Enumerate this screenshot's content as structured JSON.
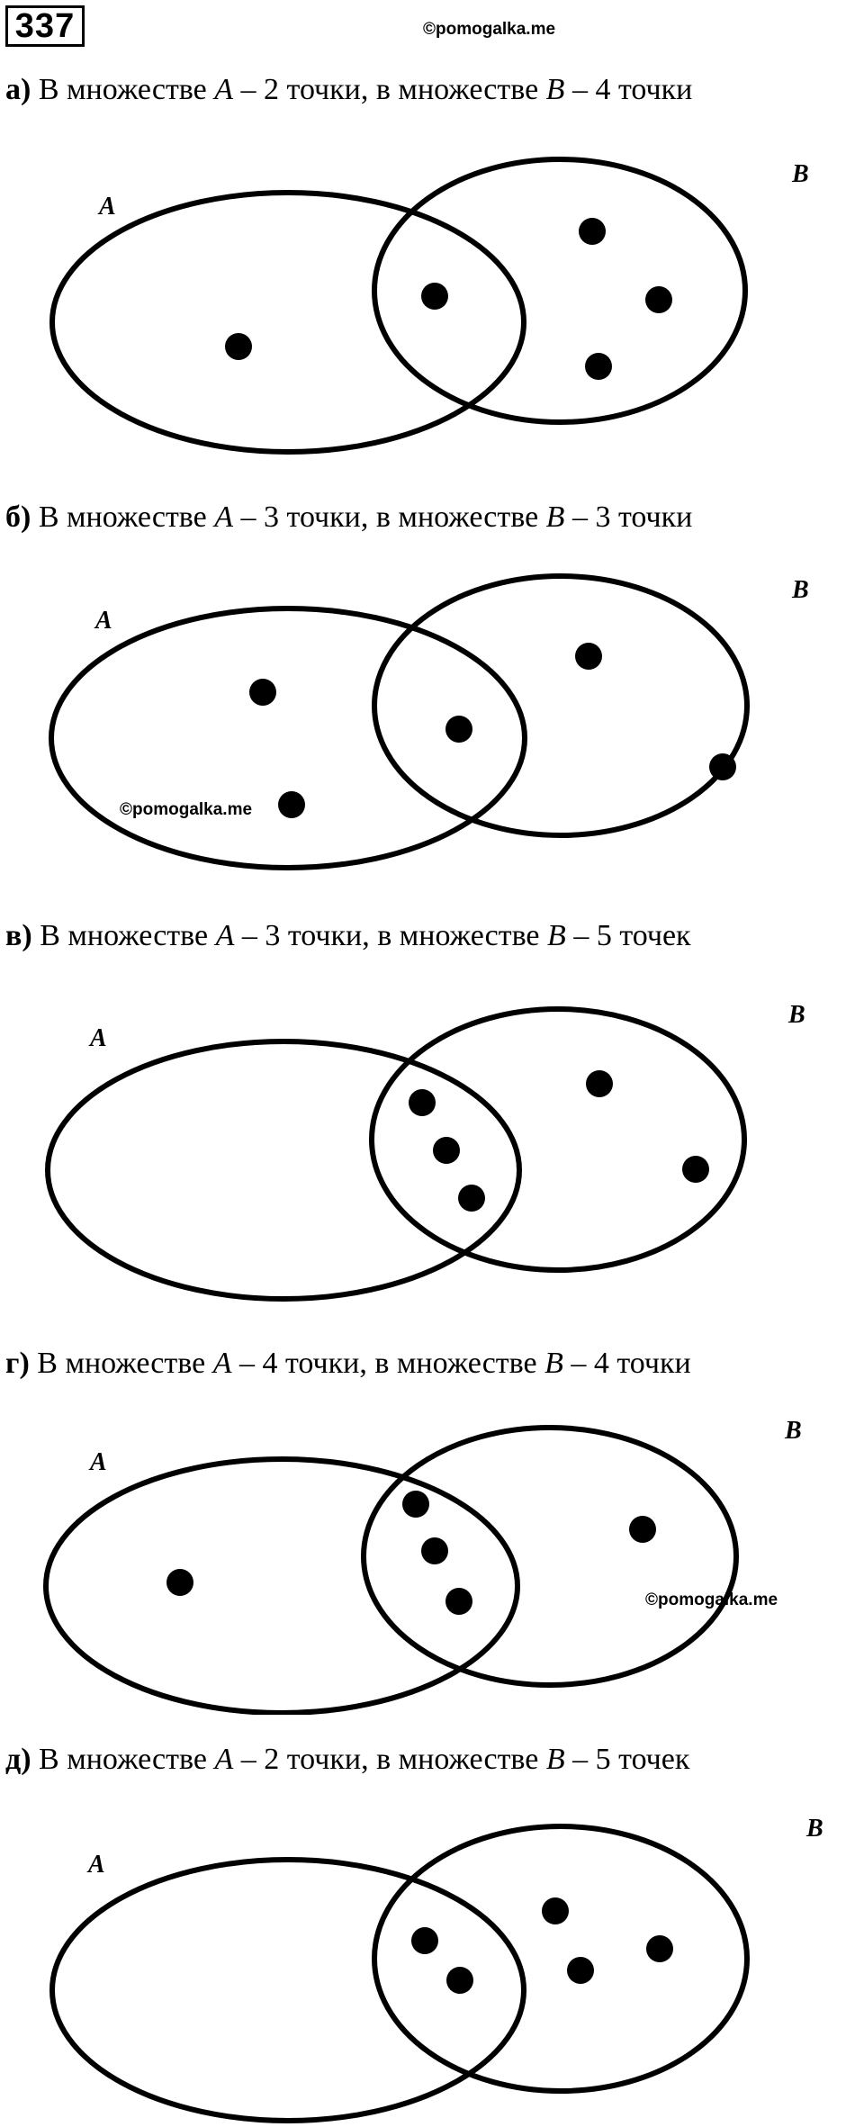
{
  "header": {
    "problem_number": "337",
    "watermark": "©pomogalka.me"
  },
  "parts": [
    {
      "letter": "а)",
      "text_1": " В множестве ",
      "set_a": "A",
      "text_2": " – 2 точки, в множестве ",
      "set_b": "B",
      "text_3": " – 4 точки",
      "label_a": "A",
      "label_b": "B",
      "points_a_only": 1,
      "points_both": 1,
      "points_b_only": 3,
      "watermark": ""
    },
    {
      "letter": "б)",
      "text_1": " В множестве ",
      "set_a": "A",
      "text_2": " – 3 точки, в множестве ",
      "set_b": "B",
      "text_3": " – 3 точки",
      "label_a": "A",
      "label_b": "B",
      "points_a_only": 2,
      "points_both": 1,
      "points_b_only": 2,
      "watermark": "©pomogalka.me"
    },
    {
      "letter": "в)",
      "text_1": " В множестве ",
      "set_a": "A",
      "text_2": " – 3 точки, в множестве ",
      "set_b": "B",
      "text_3": " – 5 точек",
      "label_a": "A",
      "label_b": "B",
      "points_a_only": 0,
      "points_both": 3,
      "points_b_only": 2,
      "watermark": ""
    },
    {
      "letter": "г)",
      "text_1": " В множестве ",
      "set_a": "A",
      "text_2": " – 4 точки, в множестве ",
      "set_b": "B",
      "text_3": " – 4 точки",
      "label_a": "A",
      "label_b": "B",
      "points_a_only": 1,
      "points_both": 3,
      "points_b_only": 1,
      "watermark": "©pomogalka.me"
    },
    {
      "letter": "д)",
      "text_1": " В множестве ",
      "set_a": "A",
      "text_2": " – 2 точки, в множестве ",
      "set_b": "B",
      "text_3": " – 5 точек",
      "label_a": "A",
      "label_b": "B",
      "points_a_only": 0,
      "points_both": 2,
      "points_b_only": 3,
      "watermark": ""
    }
  ]
}
